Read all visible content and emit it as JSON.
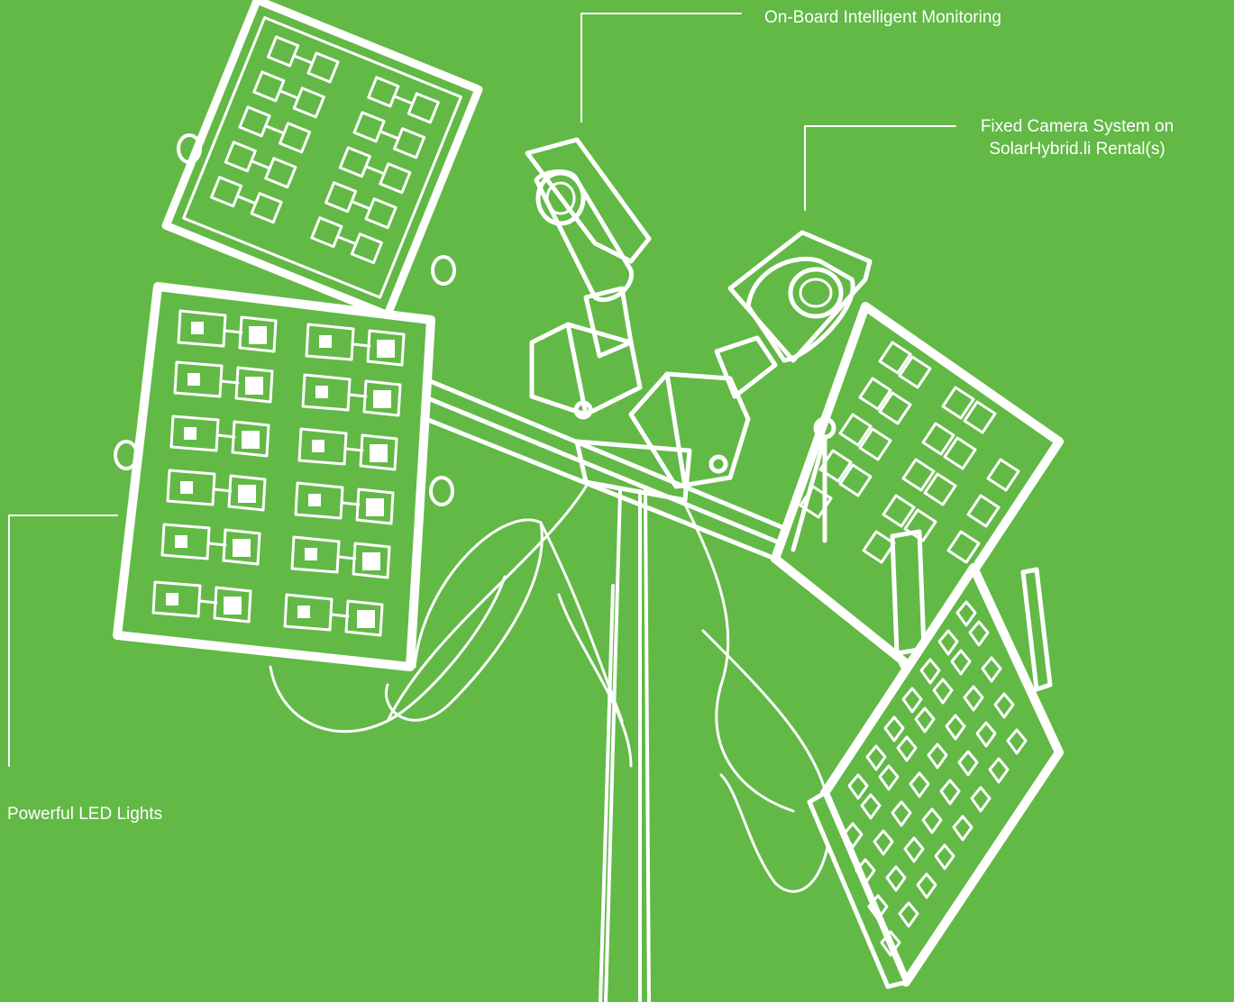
{
  "colors": {
    "background": "#62b946",
    "line": "#ffffff"
  },
  "callouts": {
    "monitoring": "On-Board Intelligent Monitoring",
    "camera_line1": "Fixed Camera System on",
    "camera_line2": "SolarHybrid.li Rental(s)",
    "led_lights": "Powerful LED Lights"
  },
  "illustration": {
    "led_panels": 4,
    "cameras": 2,
    "icon": "led-light-tower-with-cameras"
  }
}
